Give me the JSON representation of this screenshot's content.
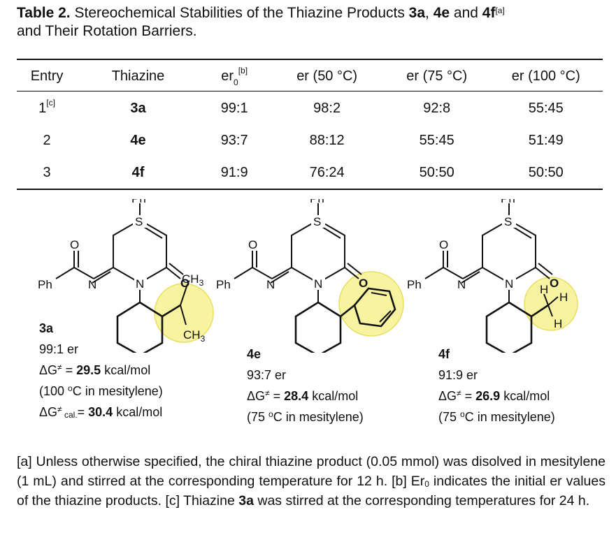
{
  "caption": {
    "table_label": "Table 2.",
    "text_part1": " Stereochemical Stabilities of the Thiazine Products ",
    "cmp1": "3a",
    "sep1": ", ",
    "cmp2": "4e",
    "sep2": " and ",
    "cmp3": "4f",
    "note_ref": "[a]",
    "text_part2": "and Their Rotation Barriers."
  },
  "table": {
    "headers": {
      "entry": "Entry",
      "thiazine": "Thiazine",
      "er0_main": "er",
      "er0_sub": "0",
      "er0_note": "[b]",
      "er50": "er (50 °C)",
      "er75": "er (75 °C)",
      "er100": "er (100 °C)"
    },
    "rows": [
      {
        "entry": "1",
        "entry_note": "[c]",
        "thiazine": "3a",
        "er0": "99:1",
        "er50": "98:2",
        "er75": "92:8",
        "er100": "55:45"
      },
      {
        "entry": "2",
        "entry_note": "",
        "thiazine": "4e",
        "er0": "93:7",
        "er50": "88:12",
        "er75": "55:45",
        "er100": "51:49"
      },
      {
        "entry": "3",
        "entry_note": "",
        "thiazine": "4f",
        "er0": "91:9",
        "er50": "76:24",
        "er75": "50:50",
        "er100": "50:50"
      }
    ]
  },
  "atoms": {
    "ph": "Ph",
    "o": "O",
    "s": "S",
    "n": "N",
    "ch3": "CH",
    "ch3_sub": "3",
    "h": "H"
  },
  "compounds": [
    {
      "name": "3a",
      "er": "99:1 er",
      "dg_prefix": "ΔG",
      "dg_sym": "≠",
      "dg_eq": " = ",
      "dg_value": "29.5",
      "dg_unit": " kcal/mol",
      "cond_pre": "(100 ",
      "cond_deg": "o",
      "cond_post": "C in mesitylene)",
      "calc_prefix": "ΔG",
      "calc_sym": "≠",
      "calc_sub": " cal.",
      "calc_eq": "= ",
      "calc_value": "30.4",
      "calc_unit": " kcal/mol"
    },
    {
      "name": "4e",
      "er": "93:7 er",
      "dg_prefix": "ΔG",
      "dg_sym": "≠",
      "dg_eq": " = ",
      "dg_value": "28.4",
      "dg_unit": " kcal/mol",
      "cond_pre": "(75 ",
      "cond_deg": "o",
      "cond_post": "C in mesitylene)"
    },
    {
      "name": "4f",
      "er": "91:9 er",
      "dg_prefix": "ΔG",
      "dg_sym": "≠",
      "dg_eq": " = ",
      "dg_value": "26.9",
      "dg_unit": " kcal/mol",
      "cond_pre": "(75 ",
      "cond_deg": "o",
      "cond_post": "C in mesitylene)"
    }
  ],
  "footnote": {
    "a": "[a] Unless otherwise specified, the chiral thiazine product (0.05 mmol) was disolved in mesitylene (1 mL) and stirred at the corresponding temperature for 12 h. [b] Er",
    "a_sub": "0",
    "b": " indicates the initial er values of the thiazine products. [c] Thiazine ",
    "cmp": "3a",
    "c": " was stirred at the corresponding temperatures for 24 h."
  },
  "colors": {
    "highlight_fill": "#f7f3a0",
    "highlight_stroke": "#e8de60",
    "text": "#111111"
  }
}
